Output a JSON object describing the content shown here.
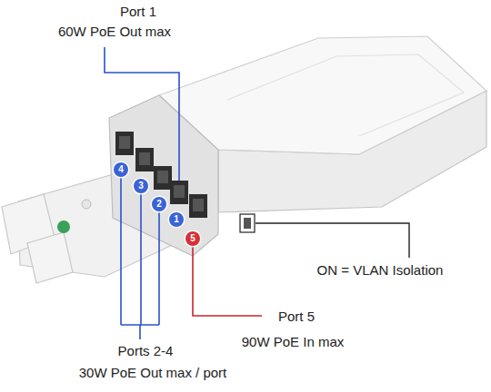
{
  "diagram": {
    "nodes": [
      {
        "text": [
          "4"
        ]
      },
      {
        "text": [
          "3"
        ]
      },
      {
        "text": [
          "2"
        ]
      },
      {
        "text": [
          "1"
        ]
      },
      {
        "text": [
          "5"
        ]
      }
    ],
    "labels": [
      "Port 1",
      "60W PoE Out max",
      "ON = VLAN Isolation",
      "Port 5",
      "90W PoE In max",
      "Ports 2-4",
      "30W PoE Out max / port"
    ]
  }
}
